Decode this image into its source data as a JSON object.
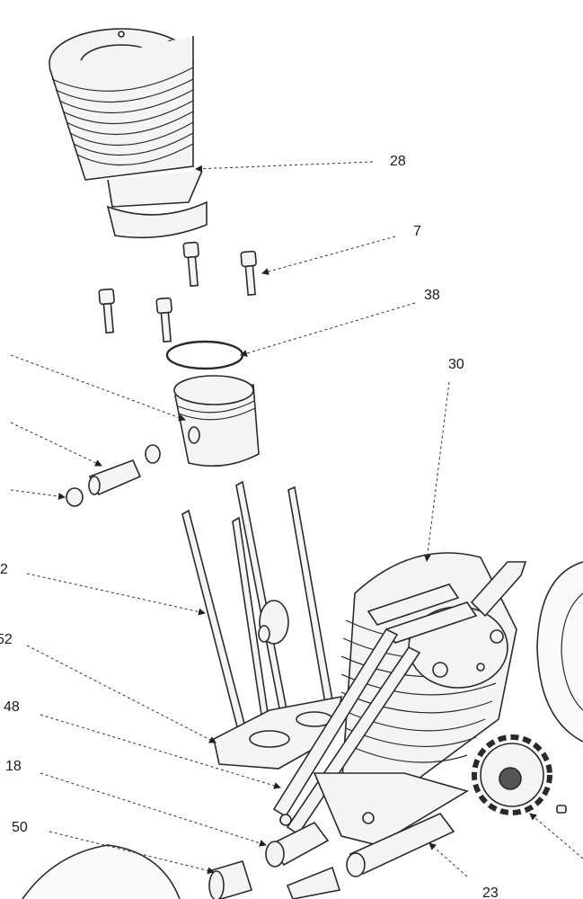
{
  "diagram": {
    "callouts": [
      {
        "id": "c28",
        "label": "28"
      },
      {
        "id": "c7",
        "label": "7"
      },
      {
        "id": "c38",
        "label": "38"
      },
      {
        "id": "c30",
        "label": "30"
      },
      {
        "id": "c2",
        "label": "2"
      },
      {
        "id": "c52",
        "label": "52"
      },
      {
        "id": "c48",
        "label": "48"
      },
      {
        "id": "c18",
        "label": "18"
      },
      {
        "id": "c50",
        "label": "50"
      },
      {
        "id": "c23",
        "label": "23"
      }
    ],
    "colors": {
      "line": "#2a2a2a",
      "fill": "#f4f4f4",
      "background": "#ffffff"
    }
  }
}
